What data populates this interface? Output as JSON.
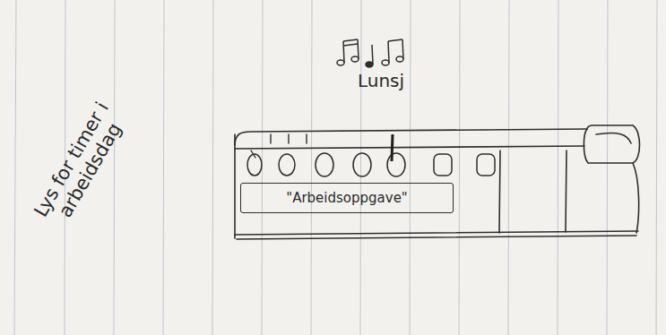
{
  "diagram": {
    "nodes": [
      {
        "text": [
          "\"Arbeidsoppgave\""
        ]
      }
    ],
    "labels": [
      "Lys for timer i arbeidsdag",
      "Lunsj"
    ]
  }
}
